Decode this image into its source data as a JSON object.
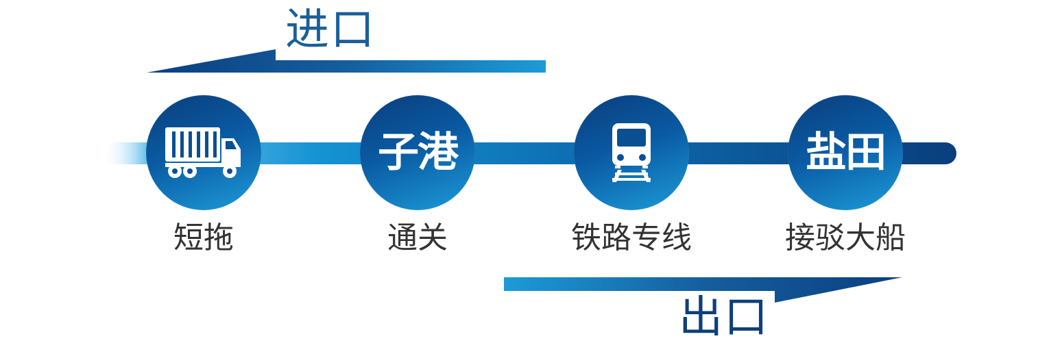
{
  "directions": {
    "import_label": "进口",
    "export_label": "出口"
  },
  "nodes": [
    {
      "icon": "truck-icon",
      "badge": "",
      "label": "短拖"
    },
    {
      "icon": "",
      "badge": "子港",
      "label": "通关"
    },
    {
      "icon": "train-icon",
      "badge": "",
      "label": "铁路专线"
    },
    {
      "icon": "",
      "badge": "盐田",
      "label": "接驳大船"
    }
  ],
  "colors": {
    "dark_blue": "#0a3e7c",
    "light_blue": "#1c9bd8",
    "label_text": "#333333"
  }
}
